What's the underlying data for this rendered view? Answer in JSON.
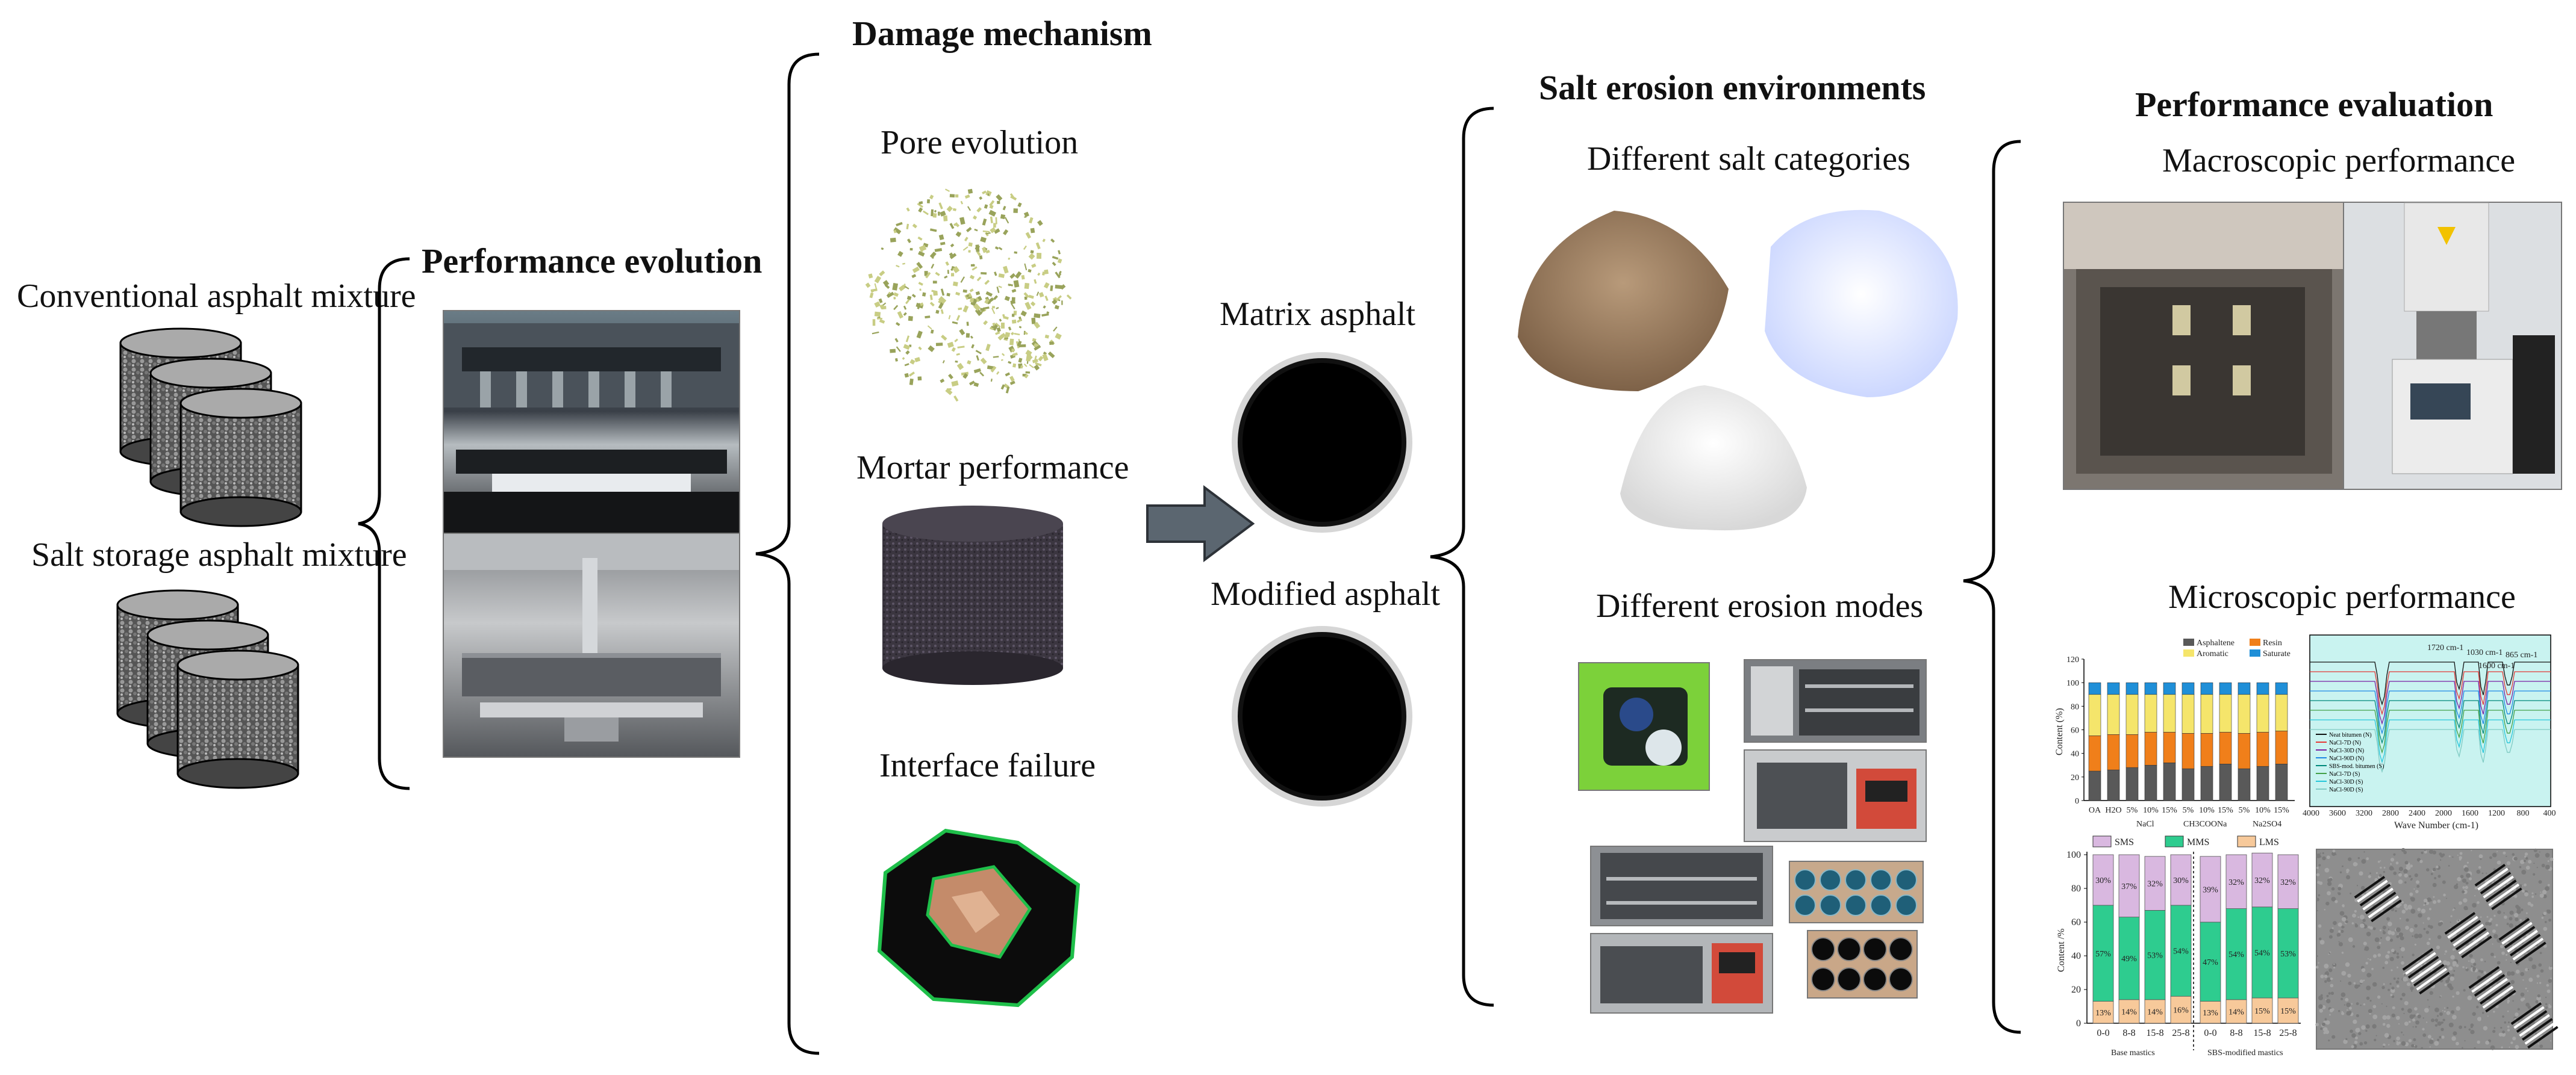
{
  "titles": {
    "performance_evolution": "Performance evolution",
    "damage_mechanism": "Damage mechanism",
    "salt_erosion": "Salt erosion environments",
    "performance_evaluation": "Performance evaluation"
  },
  "mixtures": {
    "conventional": "Conventional asphalt mixture",
    "salt_storage": "Salt storage asphalt mixture"
  },
  "damage": {
    "pore": "Pore evolution",
    "mortar": "Mortar performance",
    "interface": "Interface failure"
  },
  "binders": {
    "matrix": "Matrix asphalt",
    "modified": "Modified asphalt"
  },
  "salt": {
    "categories": "Different salt categories",
    "modes": "Different erosion modes"
  },
  "evaluation": {
    "macro": "Macroscopic performance",
    "micro": "Microscopic performance"
  },
  "sara_chart": {
    "legend": [
      "Asphaltene",
      "Resin",
      "Aromatic",
      "Saturate"
    ],
    "ylabel": "Content (%)",
    "yticks": [
      "0",
      "20",
      "40",
      "60",
      "80",
      "100",
      "120"
    ],
    "xticks": [
      "OA",
      "H2O",
      "5%",
      "10%",
      "15%",
      "5%",
      "10%",
      "15%",
      "5%",
      "10%",
      "15%"
    ],
    "groups": [
      "NaCl",
      "CH3COONa",
      "Na2SO4"
    ]
  },
  "ftir_chart": {
    "xlabel": "Wave Number (cm-1)",
    "xticks": [
      "4000",
      "3600",
      "3200",
      "2800",
      "2400",
      "2000",
      "1600",
      "1200",
      "800",
      "400"
    ],
    "peaks": [
      "1720 cm-1",
      "1030 cm-1",
      "865 cm-1",
      "1600 cm-1"
    ],
    "legend": [
      "Neat bitumen (N)",
      "NaCl-7D (N)",
      "NaCl-30D (N)",
      "NaCl-90D (N)",
      "SBS-mod. bitumen (S)",
      "NaCl-7D (S)",
      "NaCl-30D (S)",
      "NaCl-90D (S)"
    ]
  },
  "chart_data": {
    "type": "bar",
    "ylabel": "Content /%",
    "ylim": [
      0,
      100
    ],
    "yticks": [
      "0",
      "20",
      "40",
      "60",
      "80",
      "100"
    ],
    "categories": [
      "0-0",
      "8-8",
      "15-8",
      "25-8",
      "0-0",
      "8-8",
      "15-8",
      "25-8"
    ],
    "groups": [
      "Base mastics",
      "SBS-modified mastics"
    ],
    "series": [
      {
        "name": "LMS",
        "values": [
          13,
          14,
          14,
          16,
          13,
          14,
          15,
          15
        ]
      },
      {
        "name": "MMS",
        "values": [
          57,
          49,
          53,
          54,
          47,
          54,
          54,
          53
        ]
      },
      {
        "name": "SMS",
        "values": [
          30,
          37,
          32,
          30,
          39,
          32,
          32,
          32
        ]
      }
    ],
    "labels": {
      "LMS": [
        "13%",
        "14%",
        "14%",
        "16%",
        "13%",
        "14%",
        "15%",
        "15%"
      ],
      "MMS": [
        "57%",
        "49%",
        "53%",
        "54%",
        "47%",
        "54%",
        "54%",
        "53%"
      ],
      "SMS": [
        "30%",
        "37%",
        "32%",
        "30%",
        "39%",
        "32%",
        "32%",
        "32%"
      ]
    },
    "colors": {
      "LMS": "#f7c99a",
      "MMS": "#2ecc8f",
      "SMS": "#d9b8e0"
    }
  }
}
